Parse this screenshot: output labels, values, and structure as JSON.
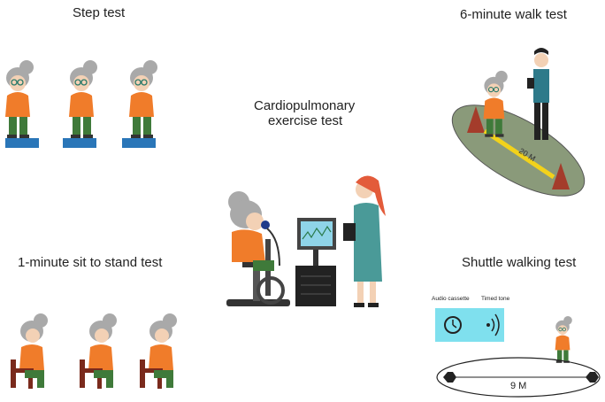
{
  "panels": {
    "step_test": "Step test",
    "six_minute_walk": "6-minute walk test",
    "cpet_line1": "Cardiopulmonary",
    "cpet_line2": "exercise test",
    "sit_to_stand": "1-minute sit to stand test",
    "shuttle": "Shuttle walking test"
  },
  "walk_distance": "20 M",
  "shuttle_labels": {
    "audio": "Audio cassette",
    "tone": "Timed tone",
    "distance": "9 M"
  },
  "colors": {
    "hair": "#a9a9a9",
    "shirt": "#f07c2a",
    "pants": "#3f7a3a",
    "step": "#2a76b8",
    "ellipse": "#8a9a7a",
    "cone": "#a43c2b",
    "cassette": "#7fe0ee",
    "coat": "#4a9a98",
    "doctor_hair": "#e35b3a"
  }
}
